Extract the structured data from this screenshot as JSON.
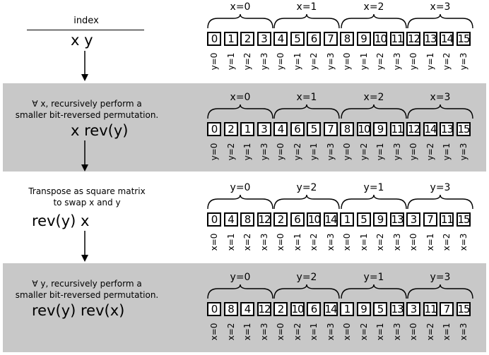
{
  "index_label": "index",
  "rows": [
    {
      "description": [
        "",
        ""
      ],
      "formula": "x y",
      "groups": [
        "x=0",
        "x=1",
        "x=2",
        "x=3"
      ],
      "cells": [
        0,
        1,
        2,
        3,
        4,
        5,
        6,
        7,
        8,
        9,
        10,
        11,
        12,
        13,
        14,
        15
      ],
      "labels": [
        "y=0",
        "y=1",
        "y=2",
        "y=3",
        "y=0",
        "y=1",
        "y=2",
        "y=3",
        "y=0",
        "y=1",
        "y=2",
        "y=3",
        "y=0",
        "y=1",
        "y=2",
        "y=3"
      ],
      "shaded": false
    },
    {
      "description": [
        "∀ x, recursively perform a",
        "smaller bit-reversed permutation."
      ],
      "formula": "x rev(y)",
      "groups": [
        "x=0",
        "x=1",
        "x=2",
        "x=3"
      ],
      "cells": [
        0,
        2,
        1,
        3,
        4,
        6,
        5,
        7,
        8,
        10,
        9,
        11,
        12,
        14,
        13,
        15
      ],
      "labels": [
        "y=0",
        "y=2",
        "y=1",
        "y=3",
        "y=0",
        "y=2",
        "y=1",
        "y=3",
        "y=0",
        "y=2",
        "y=1",
        "y=3",
        "y=0",
        "y=2",
        "y=1",
        "y=3"
      ],
      "shaded": true
    },
    {
      "description": [
        "Transpose as square matrix",
        "to swap x and y"
      ],
      "formula": "rev(y) x",
      "groups": [
        "y=0",
        "y=2",
        "y=1",
        "y=3"
      ],
      "cells": [
        0,
        4,
        8,
        12,
        2,
        6,
        10,
        14,
        1,
        5,
        9,
        13,
        3,
        7,
        11,
        15
      ],
      "labels": [
        "x=0",
        "x=1",
        "x=2",
        "x=3",
        "x=0",
        "x=1",
        "x=2",
        "x=3",
        "x=0",
        "x=1",
        "x=2",
        "x=3",
        "x=0",
        "x=1",
        "x=2",
        "x=3"
      ],
      "shaded": false
    },
    {
      "description": [
        "∀ y, recursively perform a",
        "smaller bit-reversed permutation."
      ],
      "formula": "rev(y) rev(x)",
      "groups": [
        "y=0",
        "y=2",
        "y=1",
        "y=3"
      ],
      "cells": [
        0,
        8,
        4,
        12,
        2,
        10,
        6,
        14,
        1,
        9,
        5,
        13,
        3,
        11,
        7,
        15
      ],
      "labels": [
        "x=0",
        "x=2",
        "x=1",
        "x=3",
        "x=0",
        "x=2",
        "x=1",
        "x=3",
        "x=0",
        "x=2",
        "x=1",
        "x=3",
        "x=0",
        "x=2",
        "x=1",
        "x=3"
      ],
      "shaded": true
    }
  ]
}
